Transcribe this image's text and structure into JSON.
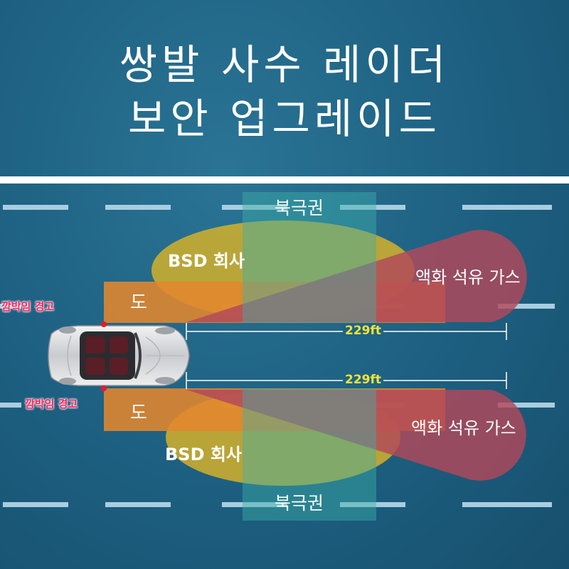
{
  "title": {
    "line1": "쌍발 사수 레이더",
    "line2": "보안 업그레이드"
  },
  "top_zone": {
    "north_label": "북극권",
    "bsd_label": "BSD 회사",
    "gas_label": "액화 석유 가스",
    "dow_label": "도",
    "distance_label": "229ft",
    "warning_label": "깜박임 경고"
  },
  "bottom_zone": {
    "north_label": "북극권",
    "bsd_label": "BSD 회사",
    "gas_label": "액화 석유 가스",
    "dow_label": "도",
    "distance_label": "229ft",
    "warning_label": "깜박임 경고"
  },
  "colors": {
    "bsd_zone": "#d4b02a",
    "north_zone": "#3bb0a8",
    "gas_zone": "#b2485a",
    "dow_zone": "#e2862e",
    "warning_text": "#ff1f5a",
    "distance_text": "#f4e33a"
  },
  "icons": {
    "car": "convertible-car-top-view",
    "warning_dot": "red-dot"
  }
}
